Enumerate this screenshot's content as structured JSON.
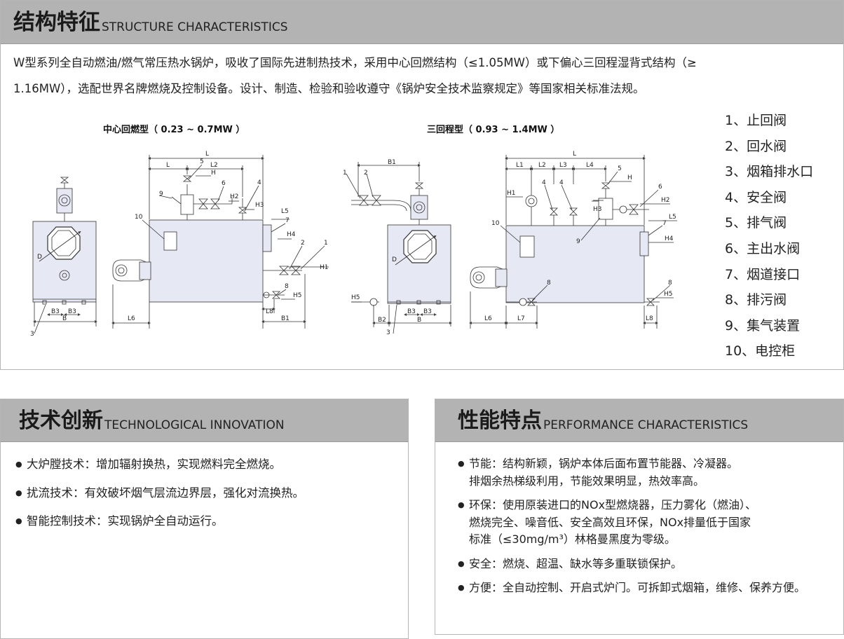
{
  "structure": {
    "title_zh": "结构特征",
    "title_en": "STRUCTURE CHARACTERISTICS",
    "desc_line1": "W型系列全自动燃油/燃气常压热水锅炉，吸收了国际先进制热技术，采用中心回燃结构（≤1.05MW）或下偏心三回程湿背式结构（≥",
    "desc_line2": "1.16MW），选配世界名牌燃烧及控制设备。设计、制造、检验和验收遵守《锅炉安全技术监察规定》等国家相关标准法规。",
    "diagram_left_label": "中心回燃型（ 0.23 ~ 0.7MW ）",
    "diagram_right_label": "三回程型（ 0.93 ~ 1.4MW ）",
    "legend": [
      "1、止回阀",
      "2、回水阀",
      "3、烟箱排水口",
      "4、安全阀",
      "5、排气阀",
      "6、主出水阀",
      "7、烟道接口",
      "8、排污阀",
      "9、集气装置",
      "10、电控柜"
    ],
    "dims": {
      "L": "L",
      "L2": "L2",
      "L3": "L3",
      "L4": "L4",
      "L5": "L5",
      "L6": "L6",
      "L7": "L7",
      "L8": "L8",
      "H": "H",
      "H1": "H1",
      "H2": "H2",
      "H3": "H3",
      "H4": "H4",
      "H5": "H5",
      "B": "B",
      "B1": "B1",
      "B2": "B2",
      "B3": "B3",
      "D": "D",
      "n1": "1",
      "n2": "2",
      "n3": "3",
      "n4": "4",
      "n5": "5",
      "n6": "6",
      "n7": "7",
      "n8": "8",
      "n9": "9",
      "n10": "10"
    }
  },
  "tech": {
    "title_zh": "技术创新",
    "title_en": "TECHNOLOGICAL INNOVATION",
    "items": [
      "大炉膛技术：增加辐射换热，实现燃料完全燃烧。",
      "扰流技术：有效破坏烟气层流边界层，强化对流换热。",
      "智能控制技术：实现锅炉全自动运行。"
    ]
  },
  "perf": {
    "title_zh": "性能特点",
    "title_en": "PERFORMANCE CHARACTERISTICS",
    "item1_l1": "节能：结构新颖，锅炉本体后面布置节能器、冷凝器。",
    "item1_l2": "排烟余热梯级利用，节能效果明显，热效率高。",
    "item2_l1": "环保：使用原装进口的NOx型燃烧器，压力雾化（燃油）、",
    "item2_l2": "燃烧完全、噪音低、安全高效且环保，NOx排量低于国家",
    "item2_l3": "标准（≤30mg/m³）林格曼黑度为零级。",
    "item3": "安全：燃烧、超温、缺水等多重联锁保护。",
    "item4": "方便：全自动控制、开启式炉门。可拆卸式烟箱，维修、保养方便。"
  }
}
